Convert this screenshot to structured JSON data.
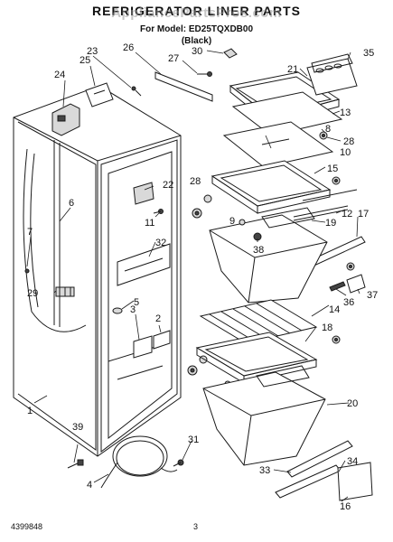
{
  "header": {
    "title": "REFRIGERATOR LINER PARTS",
    "model": "For Model: ED25TQXDB00",
    "color": "(Black)",
    "watermark": "AppliancePartsPros.com"
  },
  "footer": {
    "doc_number": "4399848",
    "page_number": "3"
  },
  "callouts": [
    "1",
    "2",
    "3",
    "4",
    "5",
    "6",
    "7",
    "8",
    "9",
    "10",
    "11",
    "12",
    "13",
    "14",
    "15",
    "16",
    "17",
    "18",
    "19",
    "20",
    "21",
    "22",
    "23",
    "24",
    "25",
    "26",
    "27",
    "28",
    "29",
    "30",
    "31",
    "32",
    "33",
    "34",
    "35",
    "36",
    "37",
    "38",
    "39"
  ]
}
